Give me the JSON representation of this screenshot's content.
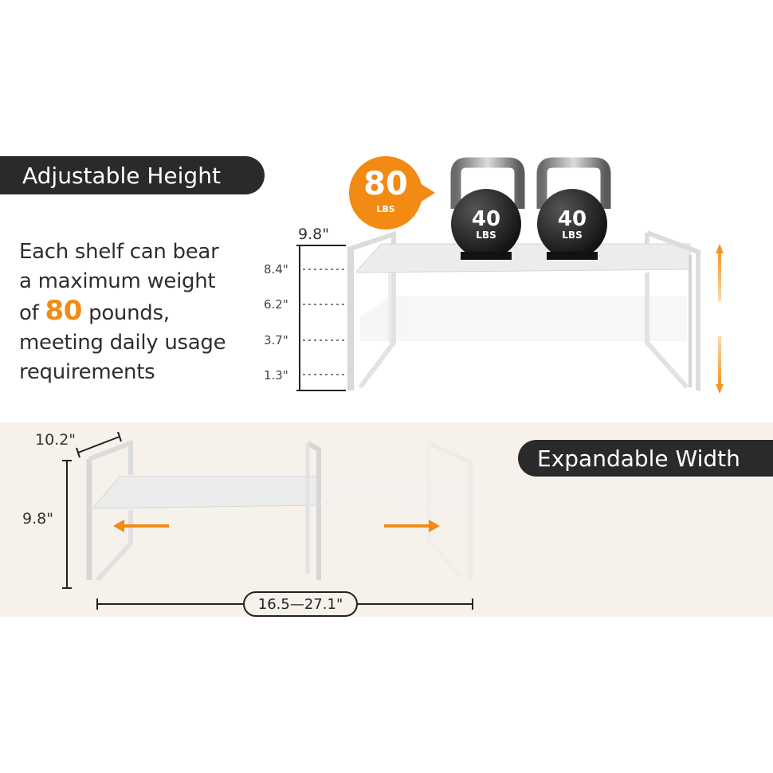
{
  "height_section": {
    "title": "Adjustable Height",
    "description": {
      "line1": "Each shelf can bear",
      "line2": "a maximum weight",
      "line3_pre": "of ",
      "line3_num": "80",
      "line3_post": " pounds,",
      "line4": "meeting daily usage",
      "line5": "requirements"
    },
    "total_height": "9.8\"",
    "levels": [
      "8.4\"",
      "6.2\"",
      "3.7\"",
      "1.3\""
    ],
    "capacity_badge": {
      "value": "80",
      "unit": "LBS"
    },
    "kettlebells": [
      {
        "value": "40",
        "unit": "LBS"
      },
      {
        "value": "40",
        "unit": "LBS"
      }
    ]
  },
  "width_section": {
    "title": "Expandable Width",
    "depth": "10.2\"",
    "height": "9.8\"",
    "width_range": "16.5—27.1\""
  },
  "colors": {
    "accent": "#f28a14",
    "pill_bg": "#2a2a2a",
    "band_bg": "#f6f1ea"
  }
}
